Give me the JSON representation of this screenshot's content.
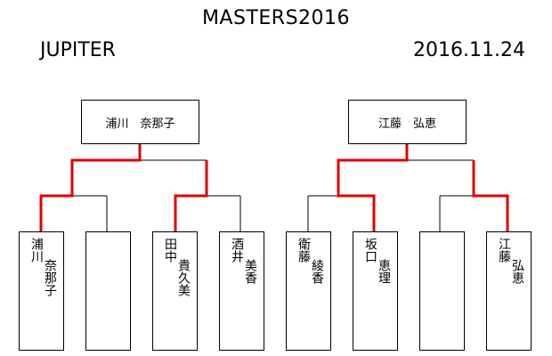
{
  "header": {
    "title": "MASTERS2016",
    "org": "JUPITER",
    "date": "2016.11.24"
  },
  "bracket": {
    "left_winner": "浦川　奈那子",
    "right_winner": "江藤　弘恵",
    "players": [
      {
        "line1": "浦川",
        "line2": "奈那子"
      },
      {
        "line1": "",
        "line2": ""
      },
      {
        "line1": "田中",
        "line2": "貴久美"
      },
      {
        "line1": "酒井",
        "line2": "美香"
      },
      {
        "line1": "衛藤",
        "line2": "綾香"
      },
      {
        "line1": "坂口",
        "line2": "恵理"
      },
      {
        "line1": "",
        "line2": ""
      },
      {
        "line1": "江藤",
        "line2": "弘恵"
      }
    ],
    "colors": {
      "line": "#000000",
      "winner_path": "#e00000"
    }
  }
}
